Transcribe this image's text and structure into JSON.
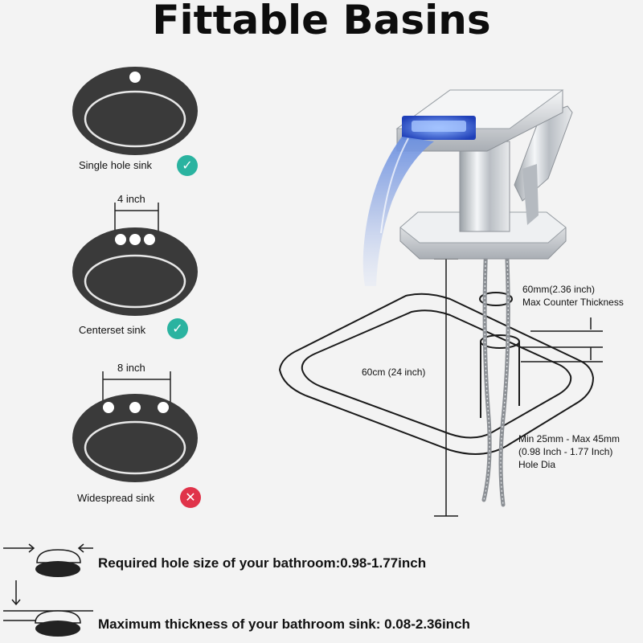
{
  "title": "Fittable Basins",
  "sinks": [
    {
      "label": "Single hole sink",
      "status_icon": "check-icon",
      "status_color": "#2ab3a0"
    },
    {
      "label": "Centerset sink",
      "spacing": "4 inch",
      "status_icon": "check-icon",
      "status_color": "#2ab3a0"
    },
    {
      "label": "Widespread sink",
      "spacing": "8 inch",
      "status_icon": "cross-icon",
      "status_color": "#e0334a"
    }
  ],
  "diagram": {
    "counter_thickness_line1": "60mm(2.36 inch)",
    "counter_thickness_line2": "Max Counter Thickness",
    "basin_size": "60cm (24 inch)",
    "hole_dia_line1": "Min 25mm - Max 45mm",
    "hole_dia_line2": "(0.98 Inch - 1.77 Inch)",
    "hole_dia_line3": "Hole Dia"
  },
  "requirements": {
    "hole_size": "Required hole size of your bathroom:0.98-1.77inch",
    "thickness": "Maximum thickness of your bathroom sink: 0.08-2.36inch"
  }
}
